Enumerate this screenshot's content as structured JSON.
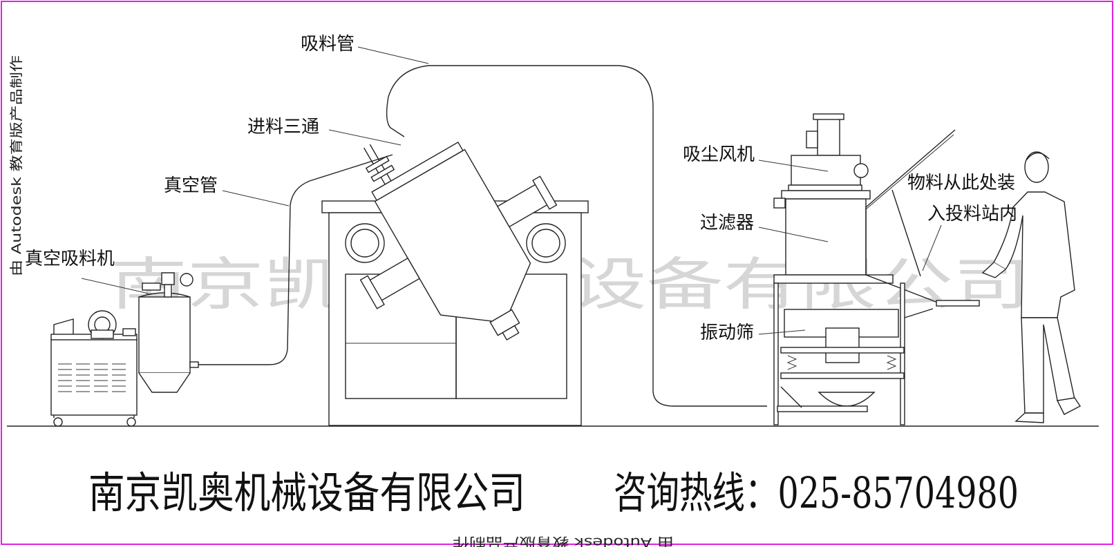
{
  "watermark": "南京凯奥机械设备有限公司",
  "autodesk_stamp": "由 Autodesk 教育版产品制作",
  "labels": {
    "suction_pipe": "吸料管",
    "inlet_tee": "进料三通",
    "vacuum_pipe": "真空管",
    "vacuum_loader": "真空吸料机",
    "dust_fan": "吸尘风机",
    "filter": "过滤器",
    "vibrating_sieve": "振动筛",
    "feed_note_line1": "物料从此处装",
    "feed_note_line2": "入投料站内"
  },
  "footer": {
    "company": "南京凯奥机械设备有限公司",
    "hotline": "咨询热线：025-85704980"
  },
  "colors": {
    "border": "#e020e0",
    "line": "#222222",
    "watermark": "#d6d6d6"
  }
}
